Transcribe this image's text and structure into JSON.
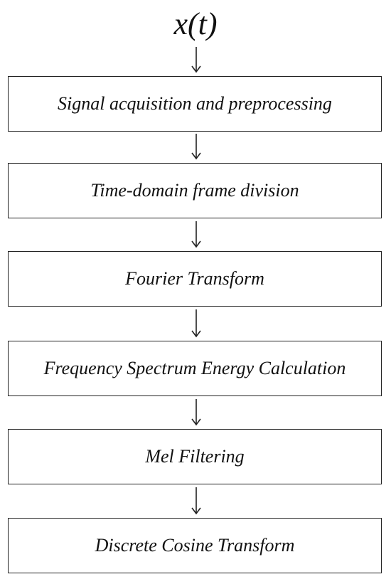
{
  "input_signal": "x(t)",
  "steps": [
    {
      "label": "Signal acquisition and preprocessing"
    },
    {
      "label": "Time-domain frame division"
    },
    {
      "label": "Fourier Transform"
    },
    {
      "label": "Frequency Spectrum Energy Calculation"
    },
    {
      "label": "Mel Filtering"
    },
    {
      "label": "Discrete Cosine Transform"
    }
  ]
}
